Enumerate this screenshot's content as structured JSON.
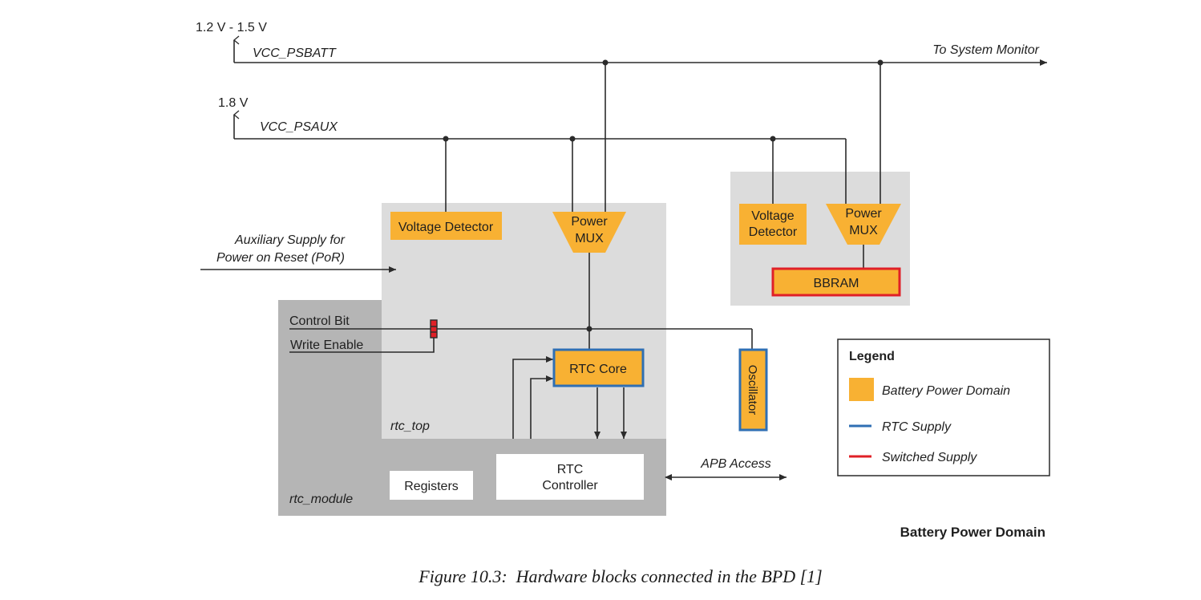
{
  "colors": {
    "battery_domain": "#f8b133",
    "rtc_supply": "#2f6fb3",
    "switched_supply": "#e02027",
    "region_light": "#dcdcdc",
    "region_dark": "#b5b5b5",
    "wire": "#2b2b2b"
  },
  "rails": {
    "psbatt_voltage": "1.2 V - 1.5 V",
    "psbatt_name": "VCC_PSBATT",
    "psaux_voltage": "1.8 V",
    "psaux_name": "VCC_PSAUX",
    "to_system_monitor": "To System Monitor"
  },
  "blocks": {
    "voltage_detector_left": "Voltage Detector",
    "power_mux_left": [
      "Power",
      "MUX"
    ],
    "voltage_detector_right": [
      "Voltage",
      "Detector"
    ],
    "power_mux_right": [
      "Power",
      "MUX"
    ],
    "bbram": "BBRAM",
    "rtc_core": "RTC Core",
    "oscillator": "Oscillator",
    "registers": "Registers",
    "rtc_controller": [
      "RTC",
      "Controller"
    ]
  },
  "labels": {
    "aux_supply": [
      "Auxiliary Supply for",
      "Power on Reset (PoR)"
    ],
    "control_bit": "Control Bit",
    "write_enable": "Write Enable",
    "rtc_top": "rtc_top",
    "rtc_module": "rtc_module",
    "apb_access": "APB Access",
    "battery_power_domain": "Battery Power Domain"
  },
  "legend": {
    "title": "Legend",
    "items": [
      {
        "label": "Battery Power Domain",
        "swatch": "fill"
      },
      {
        "label": "RTC Supply",
        "swatch": "blue-line"
      },
      {
        "label": "Switched Supply",
        "swatch": "red-line"
      }
    ]
  },
  "caption": "Figure 10.3:  Hardware blocks connected in the BPD [1]"
}
